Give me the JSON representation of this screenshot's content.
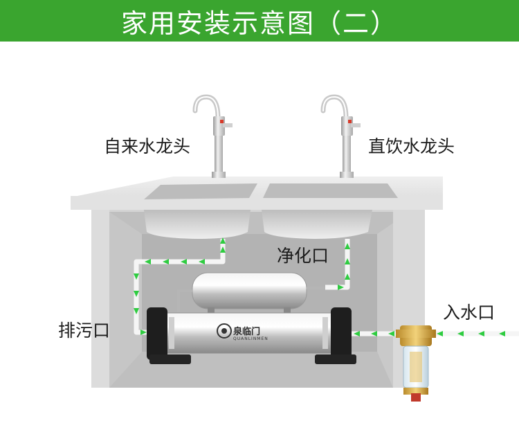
{
  "header": {
    "title": "家用安装示意图（二）",
    "background": "#3aa52f"
  },
  "labels": {
    "tap_left": "自来水龙头",
    "tap_right": "直饮水龙头",
    "purified_outlet": "净化口",
    "water_inlet": "入水口",
    "drain_outlet": "排污口"
  },
  "brand": {
    "name": "泉临门",
    "romanized": "QUANLINMEN"
  },
  "colors": {
    "flow_arrows": "#2ecc40",
    "cabinet": "#c9c9c9",
    "steel": "#d7d7d7"
  },
  "icons": [
    "faucet-icon",
    "arrow-icon",
    "filter-icon",
    "tank-icon",
    "valve-icon",
    "brand-logo-icon"
  ]
}
